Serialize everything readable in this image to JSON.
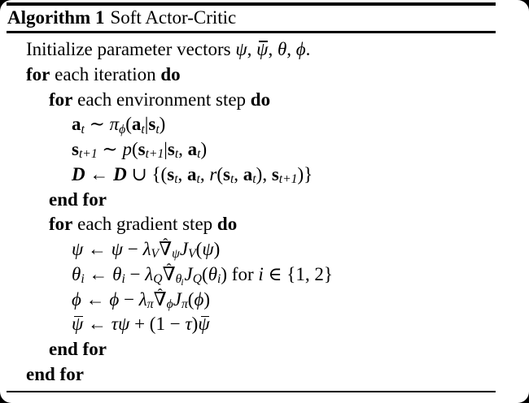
{
  "algorithm": {
    "label": "Algorithm 1",
    "name": "Soft Actor-Critic",
    "lines": [
      {
        "indent": 0,
        "tokens": [
          {
            "t": "txt",
            "s": "Initialize parameter vectors "
          },
          {
            "t": "var",
            "s": "ψ"
          },
          {
            "t": "txt",
            "s": ", "
          },
          {
            "t": "bar",
            "s": "ψ"
          },
          {
            "t": "txt",
            "s": ", "
          },
          {
            "t": "var",
            "s": "θ"
          },
          {
            "t": "txt",
            "s": ", "
          },
          {
            "t": "var",
            "s": "ϕ"
          },
          {
            "t": "txt",
            "s": "."
          }
        ]
      },
      {
        "indent": 0,
        "tokens": [
          {
            "t": "kw",
            "s": "for"
          },
          {
            "t": "txt",
            "s": " each iteration "
          },
          {
            "t": "kw",
            "s": "do"
          }
        ]
      },
      {
        "indent": 1,
        "tokens": [
          {
            "t": "kw",
            "s": "for"
          },
          {
            "t": "txt",
            "s": " each environment step "
          },
          {
            "t": "kw",
            "s": "do"
          }
        ]
      },
      {
        "indent": 2,
        "tokens": [
          {
            "t": "bf",
            "s": "a"
          },
          {
            "t": "sub",
            "s": "t"
          },
          {
            "t": "sym",
            "s": " ∼ "
          },
          {
            "t": "var",
            "s": "π"
          },
          {
            "t": "sub",
            "s": "ϕ"
          },
          {
            "t": "sym",
            "s": "("
          },
          {
            "t": "bf",
            "s": "a"
          },
          {
            "t": "sub",
            "s": "t"
          },
          {
            "t": "sym",
            "s": "|"
          },
          {
            "t": "bf",
            "s": "s"
          },
          {
            "t": "sub",
            "s": "t"
          },
          {
            "t": "sym",
            "s": ")"
          }
        ]
      },
      {
        "indent": 2,
        "tokens": [
          {
            "t": "bf",
            "s": "s"
          },
          {
            "t": "sub",
            "s": "t+1"
          },
          {
            "t": "sym",
            "s": " ∼ "
          },
          {
            "t": "var",
            "s": "p"
          },
          {
            "t": "sym",
            "s": "("
          },
          {
            "t": "bf",
            "s": "s"
          },
          {
            "t": "sub",
            "s": "t+1"
          },
          {
            "t": "sym",
            "s": "|"
          },
          {
            "t": "bf",
            "s": "s"
          },
          {
            "t": "sub",
            "s": "t"
          },
          {
            "t": "sym",
            "s": ", "
          },
          {
            "t": "bf",
            "s": "a"
          },
          {
            "t": "sub",
            "s": "t"
          },
          {
            "t": "sym",
            "s": ")"
          }
        ]
      },
      {
        "indent": 2,
        "tokens": [
          {
            "t": "cal",
            "s": "D"
          },
          {
            "t": "sym",
            "s": " ← "
          },
          {
            "t": "cal",
            "s": "D"
          },
          {
            "t": "sym",
            "s": " ∪ {("
          },
          {
            "t": "bf",
            "s": "s"
          },
          {
            "t": "sub",
            "s": "t"
          },
          {
            "t": "sym",
            "s": ", "
          },
          {
            "t": "bf",
            "s": "a"
          },
          {
            "t": "sub",
            "s": "t"
          },
          {
            "t": "sym",
            "s": ", "
          },
          {
            "t": "var",
            "s": "r"
          },
          {
            "t": "sym",
            "s": "("
          },
          {
            "t": "bf",
            "s": "s"
          },
          {
            "t": "sub",
            "s": "t"
          },
          {
            "t": "sym",
            "s": ", "
          },
          {
            "t": "bf",
            "s": "a"
          },
          {
            "t": "sub",
            "s": "t"
          },
          {
            "t": "sym",
            "s": ")"
          },
          {
            "t": "sym",
            "s": ", "
          },
          {
            "t": "bf",
            "s": "s"
          },
          {
            "t": "sub",
            "s": "t+1"
          },
          {
            "t": "sym",
            "s": ")}"
          }
        ]
      },
      {
        "indent": 1,
        "tokens": [
          {
            "t": "kw",
            "s": "end for"
          }
        ]
      },
      {
        "indent": 1,
        "tokens": [
          {
            "t": "kw",
            "s": "for"
          },
          {
            "t": "txt",
            "s": " each gradient step "
          },
          {
            "t": "kw",
            "s": "do"
          }
        ]
      },
      {
        "indent": 2,
        "tokens": [
          {
            "t": "var",
            "s": "ψ"
          },
          {
            "t": "sym",
            "s": " ← "
          },
          {
            "t": "var",
            "s": "ψ"
          },
          {
            "t": "sym",
            "s": " − "
          },
          {
            "t": "var",
            "s": "λ"
          },
          {
            "t": "sub",
            "s": "V"
          },
          {
            "t": "hat",
            "s": "∇"
          },
          {
            "t": "sub",
            "s": "ψ"
          },
          {
            "t": "var",
            "s": "J"
          },
          {
            "t": "sub",
            "s": "V"
          },
          {
            "t": "sym",
            "s": "("
          },
          {
            "t": "var",
            "s": "ψ"
          },
          {
            "t": "sym",
            "s": ")"
          }
        ]
      },
      {
        "indent": 2,
        "tokens": [
          {
            "t": "var",
            "s": "θ"
          },
          {
            "t": "sub",
            "s": "i"
          },
          {
            "t": "sym",
            "s": " ← "
          },
          {
            "t": "var",
            "s": "θ"
          },
          {
            "t": "sub",
            "s": "i"
          },
          {
            "t": "sym",
            "s": " − "
          },
          {
            "t": "var",
            "s": "λ"
          },
          {
            "t": "sub",
            "s": "Q"
          },
          {
            "t": "hat",
            "s": "∇"
          },
          {
            "t": "sub",
            "s": "θ"
          },
          {
            "t": "sub2",
            "s": "i"
          },
          {
            "t": "var",
            "s": "J"
          },
          {
            "t": "sub",
            "s": "Q"
          },
          {
            "t": "sym",
            "s": "("
          },
          {
            "t": "var",
            "s": "θ"
          },
          {
            "t": "sub",
            "s": "i"
          },
          {
            "t": "sym",
            "s": ") "
          },
          {
            "t": "txt",
            "s": "for "
          },
          {
            "t": "var",
            "s": "i"
          },
          {
            "t": "sym",
            "s": " ∈ {"
          },
          {
            "t": "txt",
            "s": "1, 2"
          },
          {
            "t": "sym",
            "s": "}"
          }
        ]
      },
      {
        "indent": 2,
        "tokens": [
          {
            "t": "var",
            "s": "ϕ"
          },
          {
            "t": "sym",
            "s": " ← "
          },
          {
            "t": "var",
            "s": "ϕ"
          },
          {
            "t": "sym",
            "s": " − "
          },
          {
            "t": "var",
            "s": "λ"
          },
          {
            "t": "sub",
            "s": "π"
          },
          {
            "t": "hat",
            "s": "∇"
          },
          {
            "t": "sub",
            "s": "ϕ"
          },
          {
            "t": "var",
            "s": "J"
          },
          {
            "t": "sub",
            "s": "π"
          },
          {
            "t": "sym",
            "s": "("
          },
          {
            "t": "var",
            "s": "ϕ"
          },
          {
            "t": "sym",
            "s": ")"
          }
        ]
      },
      {
        "indent": 2,
        "tokens": [
          {
            "t": "bar",
            "s": "ψ"
          },
          {
            "t": "sym",
            "s": " ← "
          },
          {
            "t": "var",
            "s": "τψ"
          },
          {
            "t": "sym",
            "s": " + (1 − "
          },
          {
            "t": "var",
            "s": "τ"
          },
          {
            "t": "sym",
            "s": ")"
          },
          {
            "t": "bar",
            "s": "ψ"
          }
        ]
      },
      {
        "indent": 1,
        "tokens": [
          {
            "t": "kw",
            "s": "end for"
          }
        ]
      },
      {
        "indent": 0,
        "tokens": [
          {
            "t": "kw",
            "s": "end for"
          }
        ]
      }
    ]
  }
}
